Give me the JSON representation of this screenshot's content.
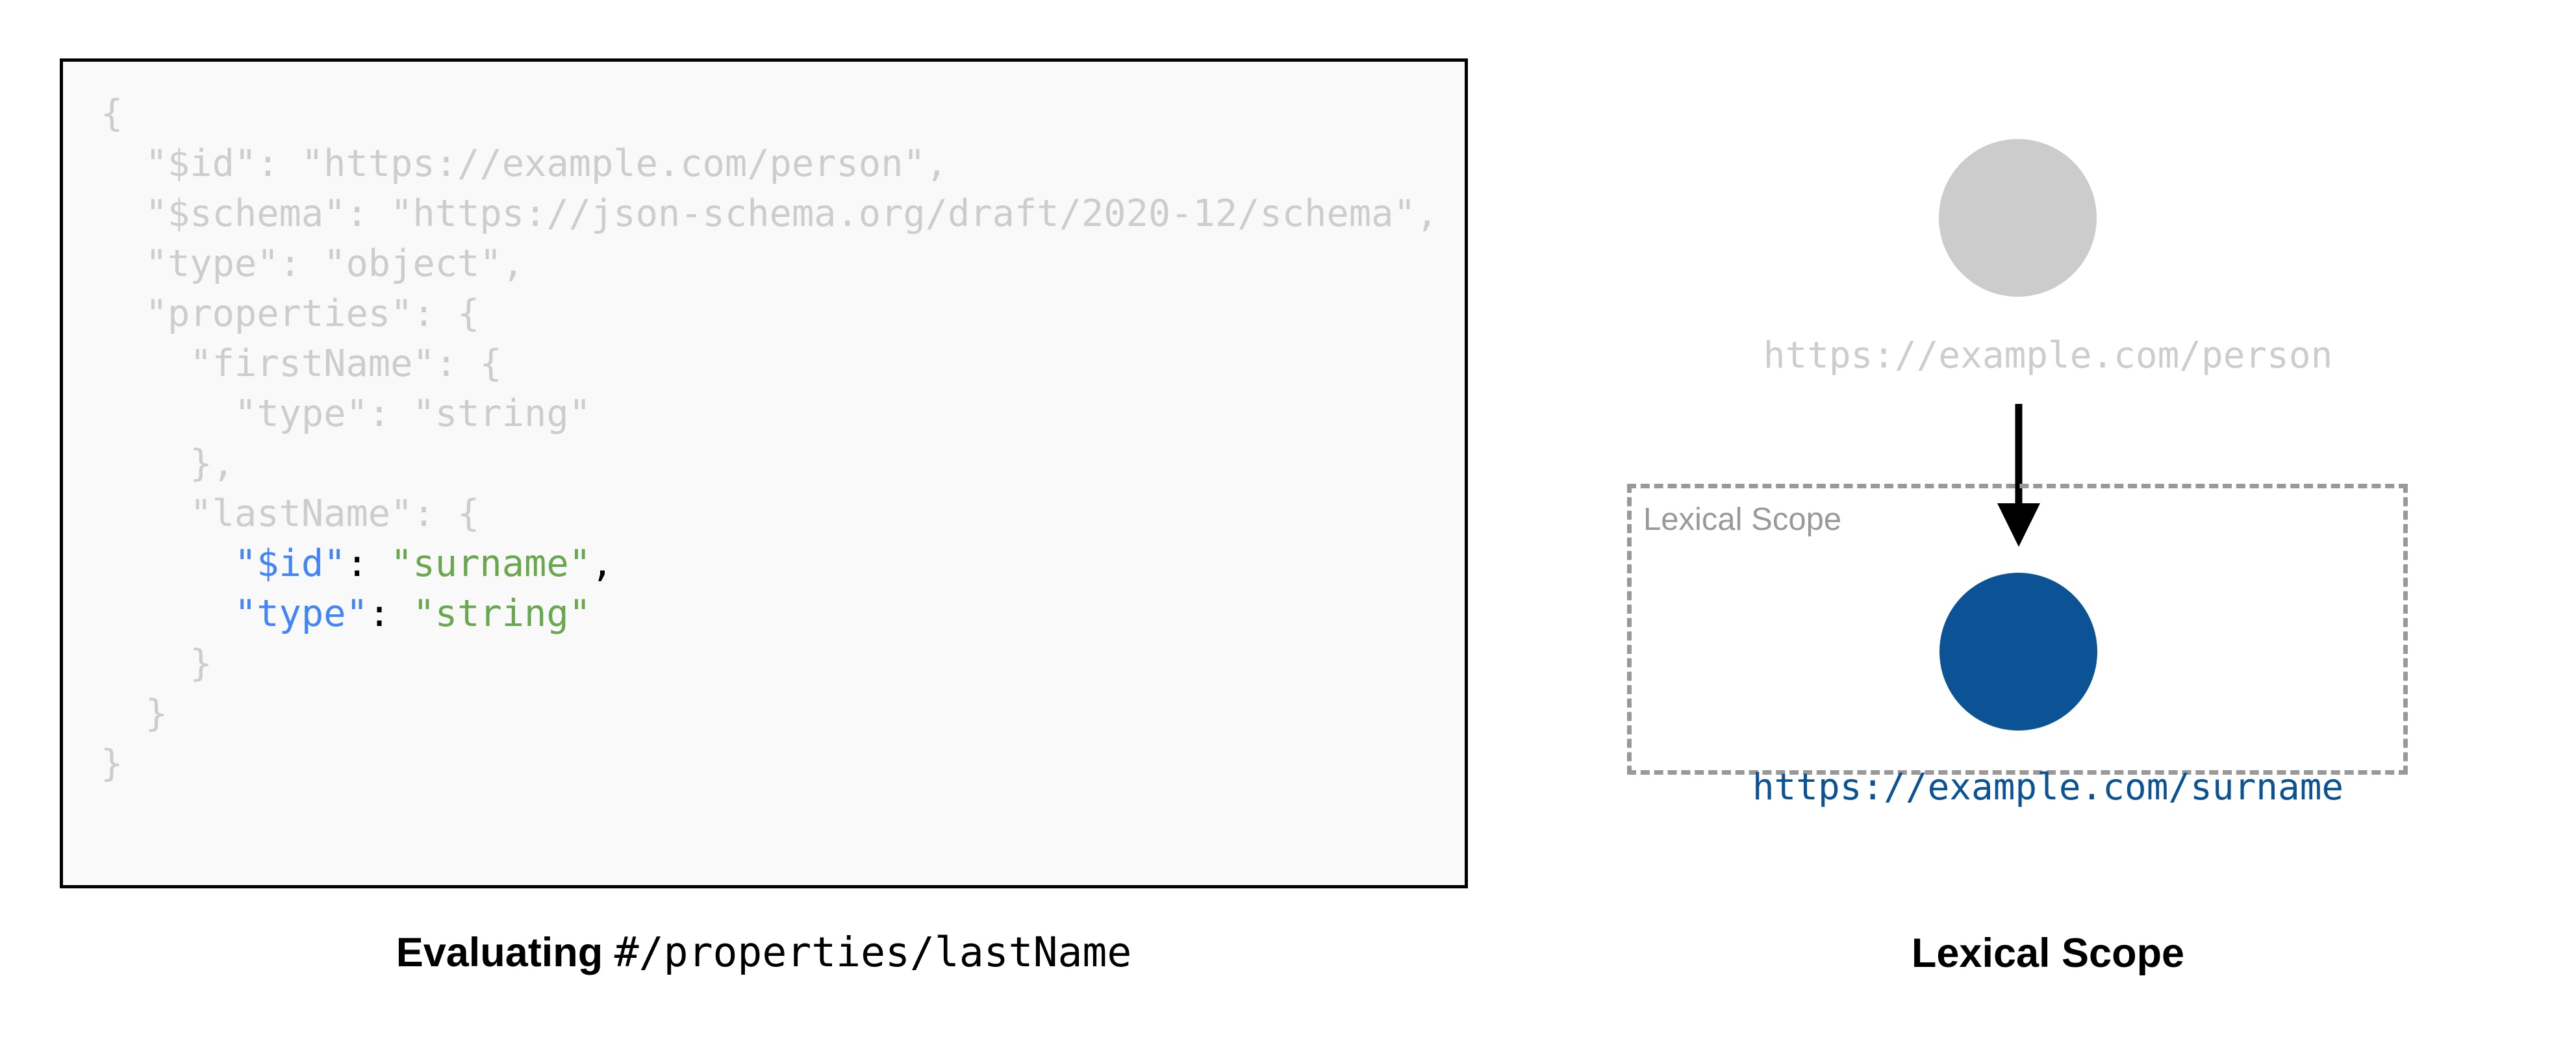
{
  "code_panel": {
    "background_color": "#f9f9f9",
    "border_color": "#000000",
    "dim_color": "#cdcdcd",
    "key_color": "#4285f4",
    "string_color": "#6aa84f",
    "lines": [
      {
        "indent": 0,
        "segments": [
          {
            "text": "{",
            "style": "dim"
          }
        ]
      },
      {
        "indent": 1,
        "segments": [
          {
            "text": "\"$id\": \"https://example.com/person\",",
            "style": "dim"
          }
        ]
      },
      {
        "indent": 1,
        "segments": [
          {
            "text": "\"$schema\": \"https://json-schema.org/draft/2020-12/schema\",",
            "style": "dim"
          }
        ]
      },
      {
        "indent": 1,
        "segments": [
          {
            "text": "\"type\": \"object\",",
            "style": "dim"
          }
        ]
      },
      {
        "indent": 1,
        "segments": [
          {
            "text": "\"properties\": {",
            "style": "dim"
          }
        ]
      },
      {
        "indent": 2,
        "segments": [
          {
            "text": "\"firstName\": {",
            "style": "dim"
          }
        ]
      },
      {
        "indent": 3,
        "segments": [
          {
            "text": "\"type\": \"string\"",
            "style": "dim"
          }
        ]
      },
      {
        "indent": 2,
        "segments": [
          {
            "text": "},",
            "style": "dim"
          }
        ]
      },
      {
        "indent": 2,
        "segments": [
          {
            "text": "\"lastName\": {",
            "style": "dim"
          }
        ]
      },
      {
        "indent": 3,
        "segments": [
          {
            "text": "\"$id\"",
            "style": "key"
          },
          {
            "text": ": ",
            "style": "punct"
          },
          {
            "text": "\"surname\"",
            "style": "str"
          },
          {
            "text": ",",
            "style": "punct"
          }
        ]
      },
      {
        "indent": 3,
        "segments": [
          {
            "text": "\"type\"",
            "style": "key"
          },
          {
            "text": ": ",
            "style": "punct"
          },
          {
            "text": "\"string\"",
            "style": "str"
          }
        ]
      },
      {
        "indent": 2,
        "segments": [
          {
            "text": "}",
            "style": "dim"
          }
        ]
      },
      {
        "indent": 1,
        "segments": [
          {
            "text": "}",
            "style": "dim"
          }
        ]
      },
      {
        "indent": 0,
        "segments": [
          {
            "text": "}",
            "style": "dim"
          }
        ]
      }
    ]
  },
  "left_caption": {
    "bold_text": "Evaluating ",
    "mono_text": "#/properties/lastName"
  },
  "diagram": {
    "outer_node": {
      "label": "https://example.com/person",
      "color": "#cccccc",
      "label_color": "#cdcdcd"
    },
    "scope_box": {
      "label": "Lexical Scope",
      "border_color": "#999999",
      "label_color": "#999999"
    },
    "inner_node": {
      "label": "https://example.com/surname",
      "color": "#0b5394",
      "label_color": "#0b5394"
    },
    "arrow": {
      "color": "#000000",
      "direction": "down"
    }
  },
  "right_caption": {
    "text": "Lexical Scope"
  }
}
